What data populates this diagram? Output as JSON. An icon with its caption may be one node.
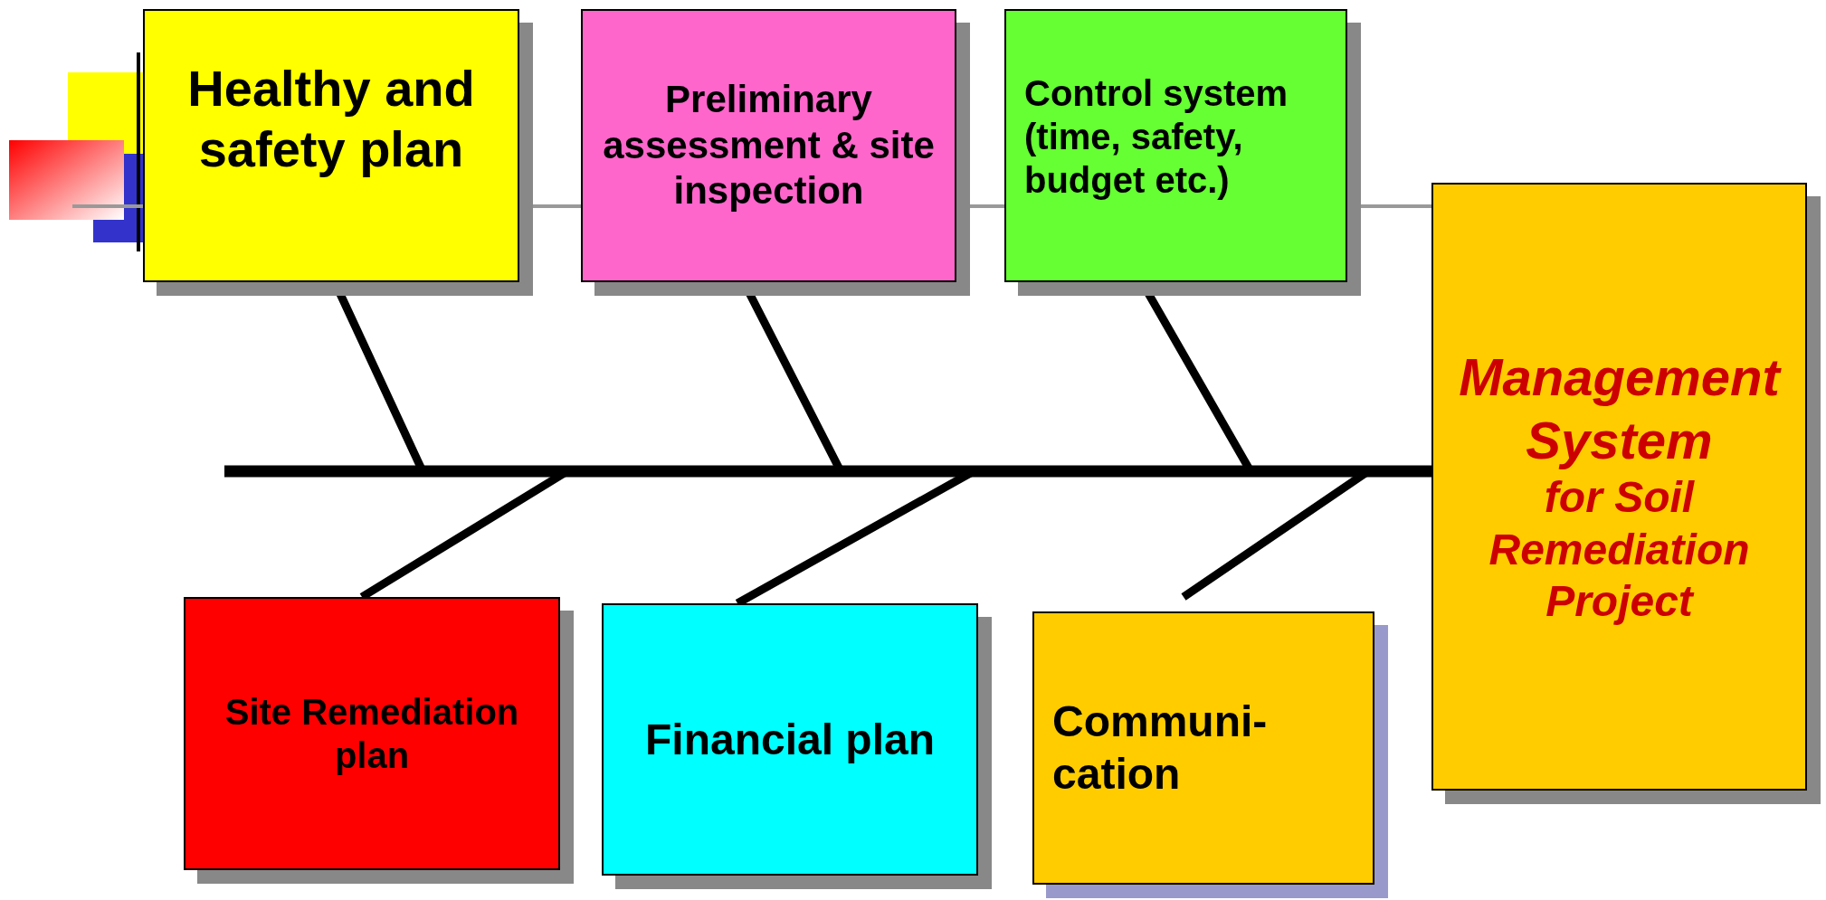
{
  "diagram": {
    "nodes": [
      {
        "text": [
          "Healthy and safety plan"
        ]
      },
      {
        "text": [
          "Preliminary assessment & site inspection"
        ]
      },
      {
        "text": [
          "Control system (time, safety, budget etc.)"
        ]
      },
      {
        "text": [
          "Site Remediation plan"
        ]
      },
      {
        "text": [
          "Financial plan"
        ]
      },
      {
        "text": [
          "Communi- cation"
        ]
      },
      {
        "text": [
          "Management System",
          "for Soil Remediation Project"
        ]
      }
    ],
    "edges": [
      {
        "from": 0,
        "to": 6,
        "arrow": "none"
      },
      {
        "from": 1,
        "to": 6,
        "arrow": "none"
      },
      {
        "from": 2,
        "to": 6,
        "arrow": "none"
      },
      {
        "from": 3,
        "to": 6,
        "arrow": "none"
      },
      {
        "from": 4,
        "to": 6,
        "arrow": "none"
      },
      {
        "from": 5,
        "to": 6,
        "arrow": "none"
      }
    ]
  }
}
